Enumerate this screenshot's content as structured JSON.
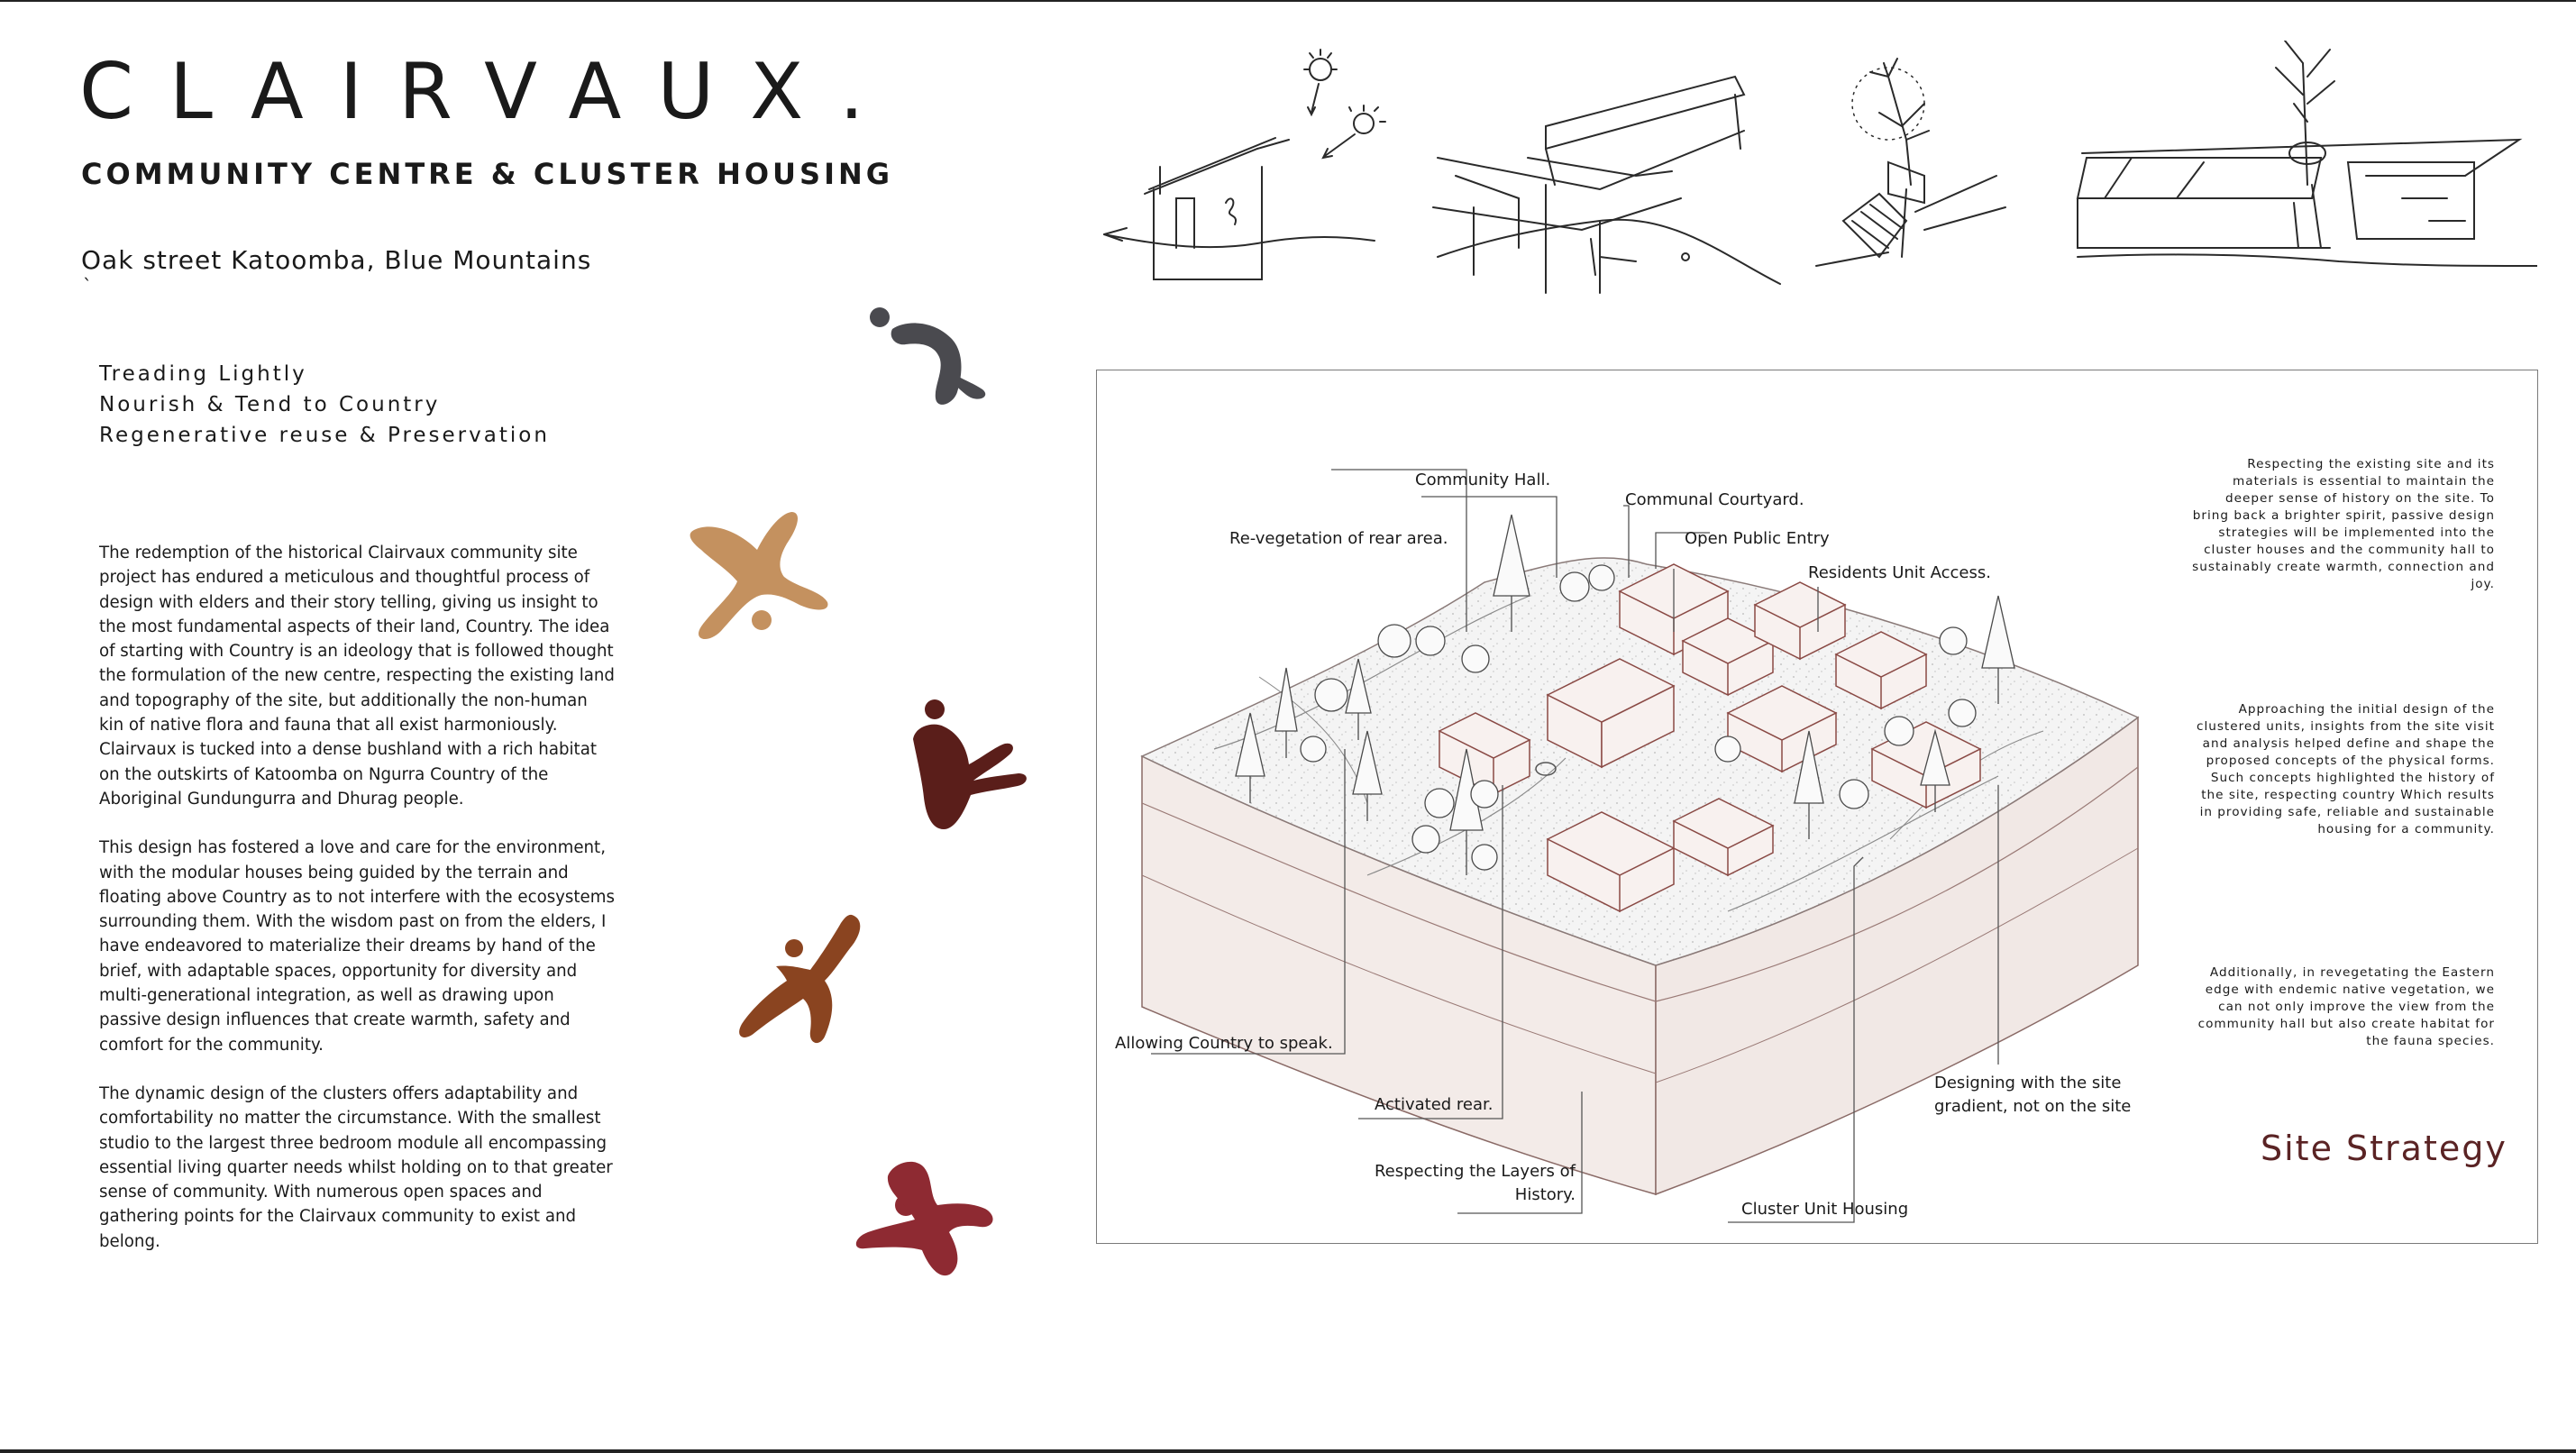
{
  "header": {
    "title": "CLAIRVAUX.",
    "subtitle": "COMMUNITY CENTRE & CLUSTER HOUSING",
    "address": "Oak street Katoomba, Blue Mountains",
    "tick": "`"
  },
  "principles": [
    "Treading Lightly",
    "Nourish & Tend to Country",
    "Regenerative reuse & Preservation"
  ],
  "body": {
    "p1": "The redemption of the historical Clairvaux community site project has endured a meticulous and thoughtful process of design with elders and their story telling, giving us insight to the most fundamental aspects of their land, Country. The idea of starting with Country is an ideology that is followed thought the formulation of the new centre, respecting the existing land and topography of the site, but additionally the non-human kin of native flora and fauna that all exist harmoniously. Clairvaux is tucked into a dense bushland with a rich habitat on the outskirts of Katoomba on Ngurra Country of the Aboriginal Gundungurra and Dhurag people.",
    "p2": "This design has fostered a love and care for the environment, with the modular houses being guided by the terrain and floating above Country as to not interfere with the ecosystems surrounding them. With the wisdom past on from the elders, I have endeavored to materialize their dreams by hand of the brief, with adaptable spaces, opportunity for diversity and multi-generational integration, as well as drawing upon passive design influences that create warmth, safety and comfort for the community.",
    "p3": "The dynamic design of the clusters offers adaptability and comfortability no matter the circumstance. With the smallest studio to the largest three bedroom module all encompassing essential living quarter needs whilst holding on to that greater sense of community. With numerous open spaces and gathering points for the Clairvaux community to exist and belong."
  },
  "motifs": {
    "colors": [
      "#4a4a4f",
      "#c4915f",
      "#5a1e1a",
      "#8a4420",
      "#8e2a32"
    ]
  },
  "diagram": {
    "callouts": {
      "community_hall": "Community Hall.",
      "communal_courtyard": "Communal Courtyard.",
      "revegetation": "Re-vegetation of rear area.",
      "open_public_entry": "Open Public Entry",
      "residents_access": "Residents Unit Access.",
      "allowing_country": "Allowing Country to speak.",
      "activated_rear": "Activated rear.",
      "respecting_layers_1": "Respecting the Layers of",
      "respecting_layers_2": "History.",
      "cluster_unit": "Cluster Unit Housing",
      "designing_1": "Designing with the site",
      "designing_2": "gradient, not on the site"
    },
    "notes": [
      "Respecting the existing site and its materials is essential to maintain the deeper sense of history on the site. To bring back a brighter spirit, passive design strategies will be implemented into the cluster houses and the community hall to sustainably create warmth, connection and joy.",
      "Approaching the initial design of the clustered units, insights from the site visit and analysis helped define and shape the proposed concepts of the physical forms. Such concepts highlighted the history of the site, respecting country Which results in providing safe, reliable and sustainable housing for a community.",
      "Additionally, in revegetating the Eastern edge with endemic native vegetation, we can not only improve the view from the community hall but also create habitat for the fauna species."
    ],
    "title": "Site Strategy",
    "colors": {
      "accent": "#5a2324",
      "building": "#8a4a45",
      "block": "#f3ebe8"
    }
  }
}
